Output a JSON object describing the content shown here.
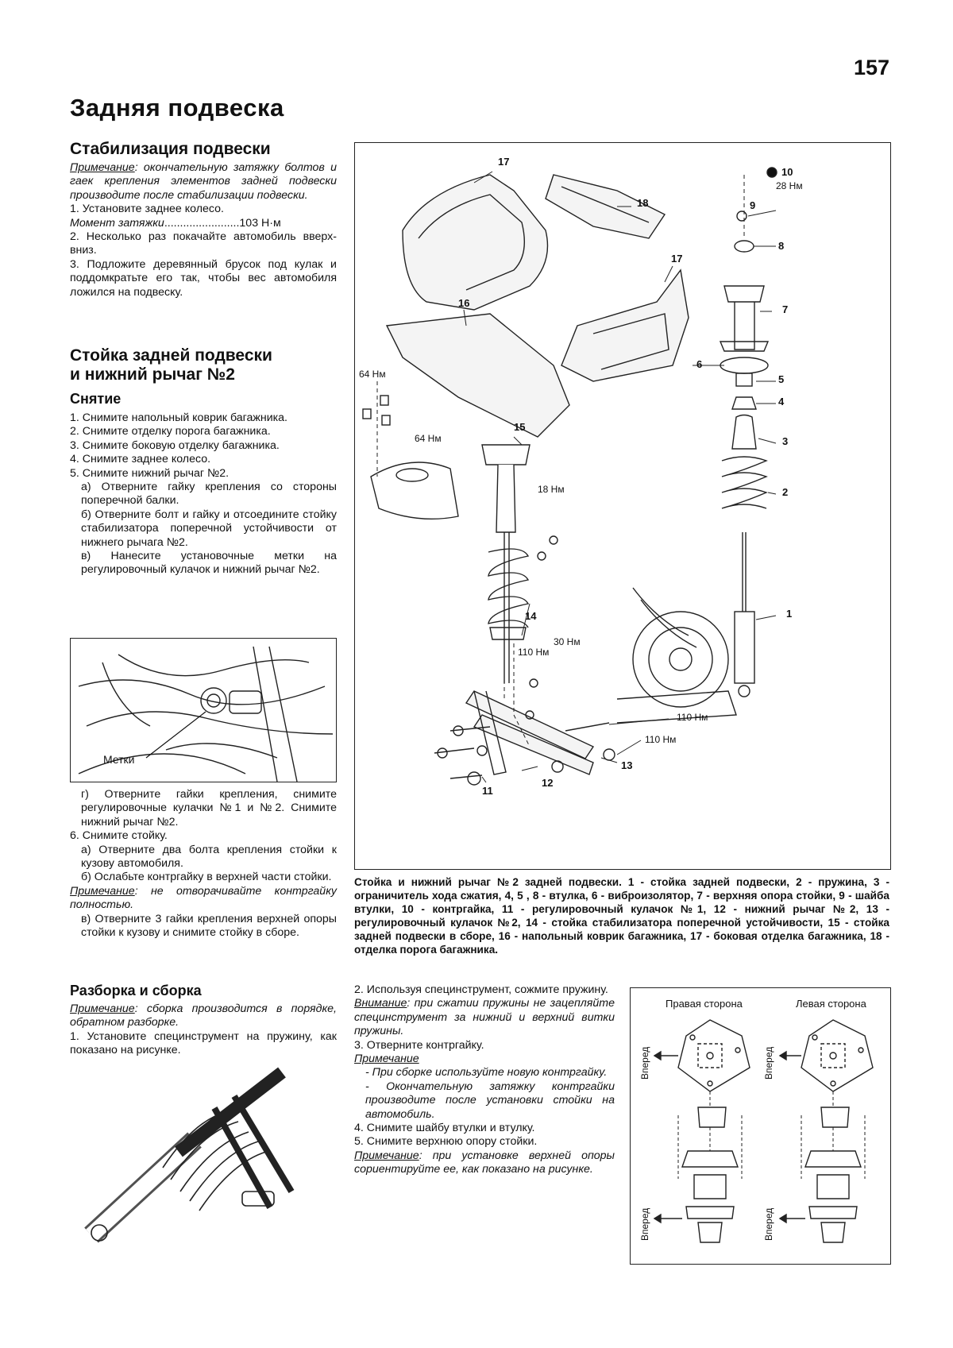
{
  "page_number": "157",
  "title": "Задняя подвеска",
  "sec1": {
    "heading": "Стабилизация подвески",
    "note_label": "Примечание",
    "note_text": ": окончательную затяжку болтов и гаек крепления элементов задней подвески производите после стабилизации подвески.",
    "step1": "1. Установите заднее колесо.",
    "torque_label": "Момент затяжки",
    "torque_dots": "........................",
    "torque_value": "103 Н·м",
    "step2": "2. Несколько раз покачайте автомобиль вверх-вниз.",
    "step3": "3. Подложите деревянный брусок под кулак и поддомкратьте его так, чтобы вес автомобиля ложился на подвеску."
  },
  "sec2": {
    "heading_line1": "Стойка задней подвески",
    "heading_line2": "и нижний рычаг №2",
    "sub_removal": "Снятие",
    "items": [
      "1. Снимите напольный коврик багажника.",
      "2. Снимите отделку порога багажника.",
      "3. Снимите боковую отделку багажника.",
      "4. Снимите заднее колесо.",
      "5. Снимите нижний рычаг №2."
    ],
    "sub_a": "а) Отверните гайку крепления со стороны поперечной балки.",
    "sub_b": "б) Отверните болт и гайку и отсоедините стойку стабилизатора поперечной устойчивости от нижнего рычага №2.",
    "sub_v": "в) Нанесите установочные метки на регулировочный кулачок и нижний рычаг №2.",
    "fig_label": "Метки",
    "sub_g": "г) Отверните гайки крепления, снимите регулировочные кулачки №1 и №2. Снимите нижний рычаг №2.",
    "step6": "6. Снимите стойку.",
    "step6a": "а) Отверните два болта крепления стойки к кузову автомобиля.",
    "step6b": "б) Ослабьте контргайку в верхней части стойки.",
    "note6_label": "Примечание",
    "note6_text": ": не отворачивайте контргайку полностью.",
    "step6v": "в) Отверните 3 гайки крепления верхней опоры стойки к кузову и снимите стойку в сборе."
  },
  "sec3": {
    "heading": "Разборка и сборка",
    "note_label": "Примечание",
    "note_text": ": сборка производится в порядке, обратном разборке.",
    "step1": "1. Установите специнструмент на пружину, как показано на рисунке."
  },
  "diagram": {
    "labels": {
      "n1": "1",
      "n2": "2",
      "n3": "3",
      "n4": "4",
      "n5": "5",
      "n6": "6",
      "n7": "7",
      "n8": "8",
      "n9": "9",
      "n10": "10",
      "n11": "11",
      "n12": "12",
      "n13": "13",
      "n14": "14",
      "n15": "15",
      "n16": "16",
      "n17a": "17",
      "n17b": "17",
      "n18": "18"
    },
    "torques": {
      "t28": "28 Нм",
      "t64a": "64 Нм",
      "t64b": "64 Нм",
      "t18": "18 Нм",
      "t110a": "110 Нм",
      "t30": "30 Нм",
      "t110b": "110 Нм",
      "t110c": "110 Нм"
    },
    "caption": "Стойка и нижний рычаг №2 задней подвески. 1 - стойка задней подвески, 2 - пружина, 3 - ограничитель хода сжатия, 4, 5 , 8 - втулка, 6 - виброизолятор, 7 - верхняя опора стойки, 9 - шайба втулки, 10 - контргайка, 11 - регулировочный кулачок №1, 12 - нижний рычаг №2, 13 - регулировочный кулачок №2, 14 - стойка стабилизатора поперечной устойчивости, 15 - стойка задней подвески в сборе, 16 - напольный коврик багажника, 17 - боковая отделка багажника, 18 - отделка порога багажника."
  },
  "col2": {
    "step2": "2. Используя специнструмент, сожмите пружину.",
    "att_label": "Внимание",
    "att_text": ": при сжатии пружины не зацепляйте специнструмент за нижний и верхний витки пружины.",
    "step3": "3. Отверните контргайку.",
    "note_label": "Примечание",
    "note_a": "- При сборке используйте новую контргайку.",
    "note_b": "- Окончательную затяжку контргайки производите после установки стойки на автомобиль.",
    "step4": "4. Снимите шайбу втулки и втулку.",
    "step5": "5. Снимите верхнюю опору стойки.",
    "note2_label": "Примечание",
    "note2_text": ": при установке верхней опоры сориентируйте ее, как показано на рисунке."
  },
  "side_fig": {
    "right": "Правая сторона",
    "left": "Левая сторона",
    "fwd1": "Вперед",
    "fwd2": "Вперед",
    "fwd3": "Вперед",
    "fwd4": "Вперед"
  }
}
